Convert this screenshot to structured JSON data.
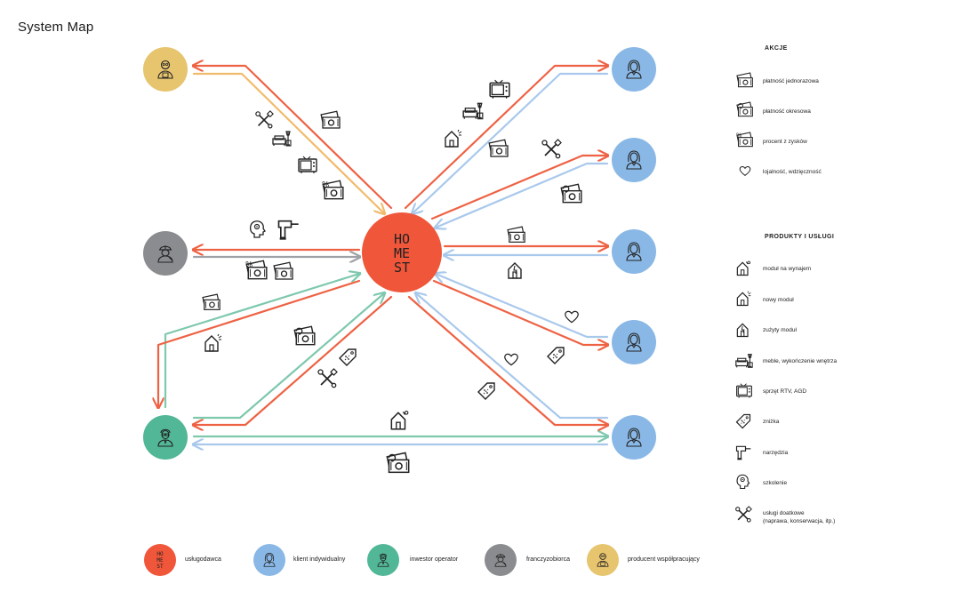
{
  "page": {
    "title": "System Map"
  },
  "hub": {
    "logo_lines": [
      "HO",
      "ME",
      "ST"
    ]
  },
  "colors": {
    "hub": "#f0563a",
    "client": "#8ab8e6",
    "investor": "#52b796",
    "franchise": "#8a8c8f",
    "producer": "#e7c46e",
    "arrow_red": "#ee6244",
    "arrow_blue": "#a9c9ec",
    "arrow_green": "#7ec8ad",
    "arrow_orange": "#f2bb6c",
    "arrow_gray": "#9ea1a5"
  },
  "legend_actions": {
    "title": "AKCJE",
    "items": [
      {
        "icon": "cash-icon",
        "label": "płatność jednorazowa"
      },
      {
        "icon": "recurring-cash-icon",
        "label": "płatność okresowa"
      },
      {
        "icon": "percent-cash-icon",
        "label": "procent z zysków"
      },
      {
        "icon": "heart-icon",
        "label": "lojalność, wdzięczność"
      }
    ]
  },
  "legend_products": {
    "title": "PRODUKTY I USŁUGI",
    "items": [
      {
        "icon": "rental-house-icon",
        "label": "moduł na wynajem"
      },
      {
        "icon": "new-house-icon",
        "label": "nowy moduł"
      },
      {
        "icon": "used-house-icon",
        "label": "zużyty moduł"
      },
      {
        "icon": "furniture-icon",
        "label": "meble, wykończenie wnętrza"
      },
      {
        "icon": "tv-icon",
        "label": "sprzęt RTV, AGD"
      },
      {
        "icon": "discount-tag-icon",
        "label": "zniżka"
      },
      {
        "icon": "drill-icon",
        "label": "narzędzia"
      },
      {
        "icon": "training-icon",
        "label": "szkolenie"
      },
      {
        "icon": "tools-icon",
        "label": "usługi doatkowe\n(naprawa, konserwacja, itp.)"
      }
    ]
  },
  "bottom_legend": [
    {
      "role": "hub",
      "icon": "homest-logo-icon",
      "label": "usługodawca"
    },
    {
      "role": "client",
      "icon": "woman-icon",
      "label": "klient indywidualny"
    },
    {
      "role": "investor",
      "icon": "investor-icon",
      "label": "inwestor operator"
    },
    {
      "role": "franchise",
      "icon": "worker-icon",
      "label": "franczyzobiorca"
    },
    {
      "role": "producer",
      "icon": "producer-icon",
      "label": "producent współpracujący"
    }
  ]
}
